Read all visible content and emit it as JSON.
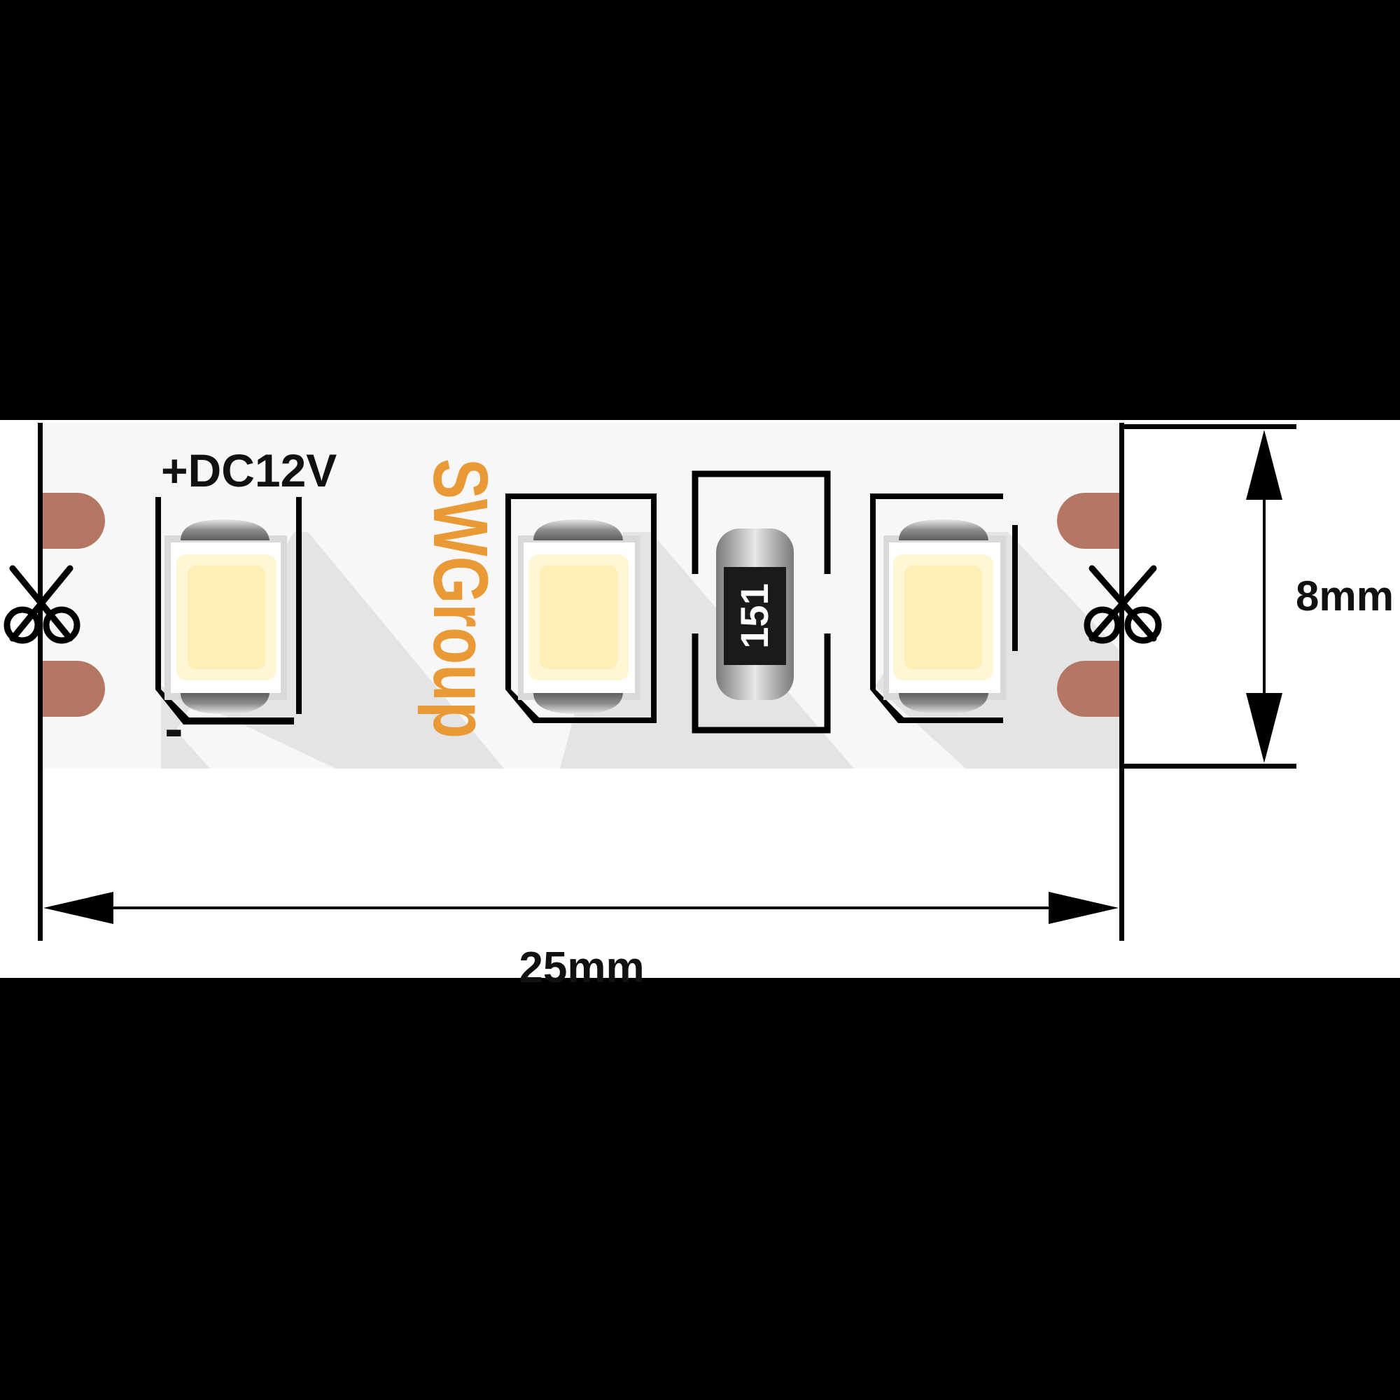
{
  "strip": {
    "positive_label": "+DC12V",
    "negative_label": "-",
    "brand": "SWGroup",
    "resistor_code": "151"
  },
  "dimensions": {
    "width": "25mm",
    "height": "8mm"
  },
  "colors": {
    "background": "#000000",
    "panel": "#ffffff",
    "strip": "#f7f7f7",
    "shadow": "#e6e6e6",
    "brand": "#e99a37",
    "copper_pad": "#b47763",
    "led_emitter": "#ffeeb5",
    "led_emitter_edge": "#fff6d6",
    "led_cap": "#999999",
    "resistor_body": "#1a1a1a",
    "line": "#000000"
  },
  "icons": {
    "cut_mark": "scissors-icon",
    "dimension_arrow": "arrow-icon"
  }
}
